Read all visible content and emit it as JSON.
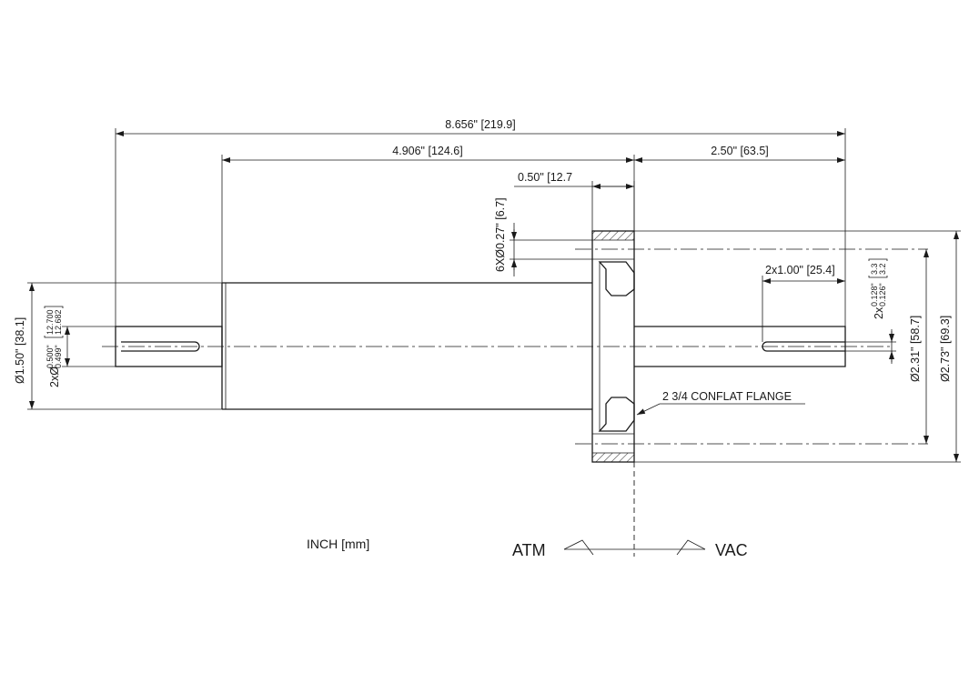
{
  "dimensions": {
    "overall_length": "8.656\" [219.9]",
    "atm_length": "4.906\" [124.6]",
    "vac_length": "2.50\" [63.5]",
    "flange_thickness": "0.50\" [12.7",
    "bolt_holes": "6XØ0.27\" [6.7]",
    "key_length": "2x1.00\" [25.4]",
    "body_diameter": "Ø1.50\" [38.1]",
    "shaft_dia_prefix": "2xØ",
    "shaft_dia_max": "0.500\"",
    "shaft_dia_min": "0.499\"",
    "shaft_dia_mm_max": "12.700",
    "shaft_dia_mm_min": "12.682",
    "key_width_prefix": "2x",
    "key_width_max": "0.128\"",
    "key_width_min": "0.126\"",
    "key_width_mm_max": "3.3",
    "key_width_mm_min": "3.2",
    "bolt_circle": "Ø2.31\" [58.7]",
    "flange_od": "Ø2.73\" [69.3]"
  },
  "labels": {
    "flange_callout": "2 3/4 CONFLAT FLANGE",
    "units": "INCH [mm]",
    "atm": "ATM",
    "vac": "VAC"
  }
}
